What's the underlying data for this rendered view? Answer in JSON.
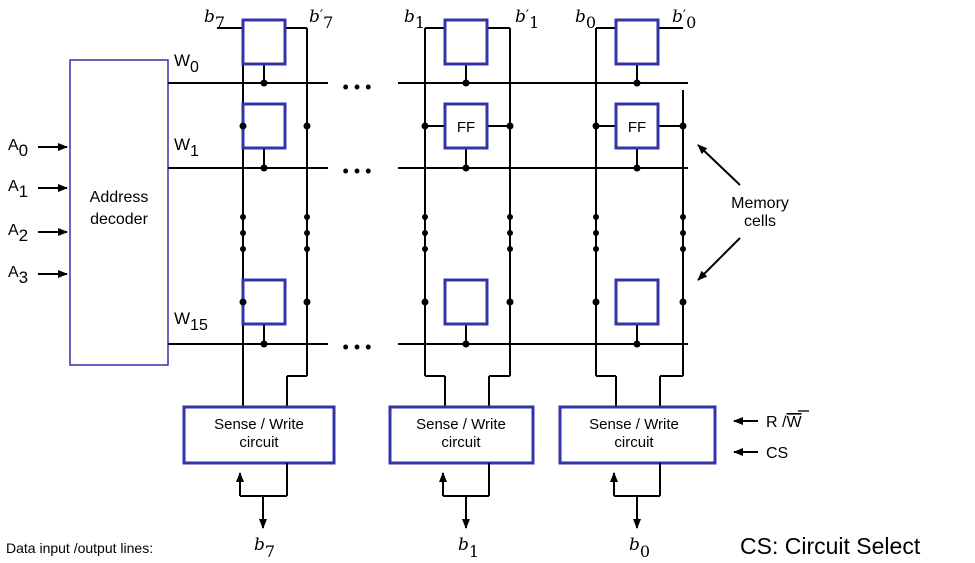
{
  "decoder": {
    "label_line1": "Address",
    "label_line2": "decoder",
    "inputs": [
      {
        "base": "A",
        "sub": "0"
      },
      {
        "base": "A",
        "sub": "1"
      },
      {
        "base": "A",
        "sub": "2"
      },
      {
        "base": "A",
        "sub": "3"
      }
    ]
  },
  "word_lines": [
    {
      "base": "W",
      "sub": "0"
    },
    {
      "base": "W",
      "sub": "1"
    },
    {
      "base": "W",
      "sub": "15"
    }
  ],
  "bit_lines": [
    {
      "base": "b",
      "sub": "7"
    },
    {
      "base": "b",
      "sub": "7",
      "prime": "′"
    },
    {
      "base": "b",
      "sub": "1"
    },
    {
      "base": "b",
      "sub": "1",
      "prime": "′"
    },
    {
      "base": "b",
      "sub": "0"
    },
    {
      "base": "b",
      "sub": "0",
      "prime": "′"
    }
  ],
  "flipflop_label": "FF",
  "sense_write": {
    "line1": "Sense / Write",
    "line2": "circuit"
  },
  "control": {
    "rw_r": "R /",
    "rw_w": "W",
    "cs": "CS"
  },
  "memory_cells": {
    "line1": "Memory",
    "line2": "cells"
  },
  "ellipsis": "• • •",
  "legend": "CS: Circuit Select",
  "data_lines_label": "Data input /output lines:",
  "data_lines": [
    {
      "base": "b",
      "sub": "7"
    },
    {
      "base": "b",
      "sub": "1"
    },
    {
      "base": "b",
      "sub": "0"
    }
  ]
}
